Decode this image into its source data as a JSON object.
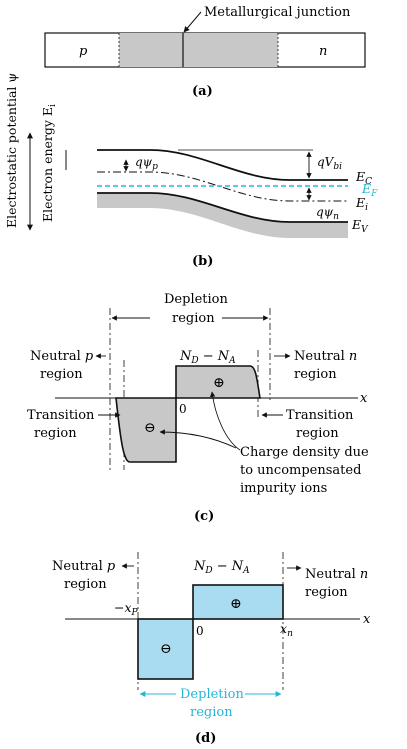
{
  "colors": {
    "ink": "#111111",
    "depletion_fill": "#c8c8c8",
    "accent_blue": "#29b6d6",
    "light_blue_fill": "#a9dcf0",
    "page_bg": "#f4f4f2",
    "panel_bg": "#ffffff"
  },
  "panel_a": {
    "junction_label": "Metallurgical junction",
    "p_label": "p",
    "n_label": "n",
    "caption": "(a)"
  },
  "panel_b": {
    "left_axis_1": "Electrostatic potential ψ",
    "left_axis_2": "Electron energy E",
    "left_axis_2_sub": "i",
    "q_psi_p": "qψ",
    "q_psi_p_sub": "p",
    "q_psi_n": "qψ",
    "q_psi_n_sub": "n",
    "q_vbi": "qV",
    "q_vbi_sub": "bi",
    "ec": "E",
    "ec_sub": "C",
    "ef": "E",
    "ef_sub": "F",
    "ei": "E",
    "ei_sub": "i",
    "ev": "E",
    "ev_sub": "V",
    "caption": "(b)"
  },
  "panel_c": {
    "depletion_1": "Depletion",
    "depletion_2": "region",
    "nd_na": "N",
    "nd_sub": "D",
    "minus": " − N",
    "na_sub": "A",
    "neutral_p_1": "Neutral p",
    "neutral_p_2": "region",
    "neutral_n_1": "Neutral n",
    "neutral_n_2": "region",
    "transition_left_1": "Transition",
    "transition_left_2": "region",
    "transition_right_1": "Transition",
    "transition_right_2": "region",
    "zero": "0",
    "x": "x",
    "plus": "⊕",
    "minus_sym": "⊖",
    "charge_1": "Charge density due",
    "charge_2": "to uncompensated",
    "charge_3": "impurity ions",
    "caption": "(c)"
  },
  "panel_d": {
    "nd_na": "N",
    "nd_sub": "D",
    "minus": " − N",
    "na_sub": "A",
    "neutral_p_1": "Neutral p",
    "neutral_p_2": "region",
    "neutral_n_1": "Neutral n",
    "neutral_n_2": "region",
    "neg_xp": "−x",
    "neg_xp_sub": "P",
    "zero": "0",
    "xn": "x",
    "xn_sub": "n",
    "x": "x",
    "plus": "⊕",
    "minus_sym": "⊖",
    "depletion_1": "Depletion",
    "depletion_2": "region",
    "caption": "(d)"
  }
}
